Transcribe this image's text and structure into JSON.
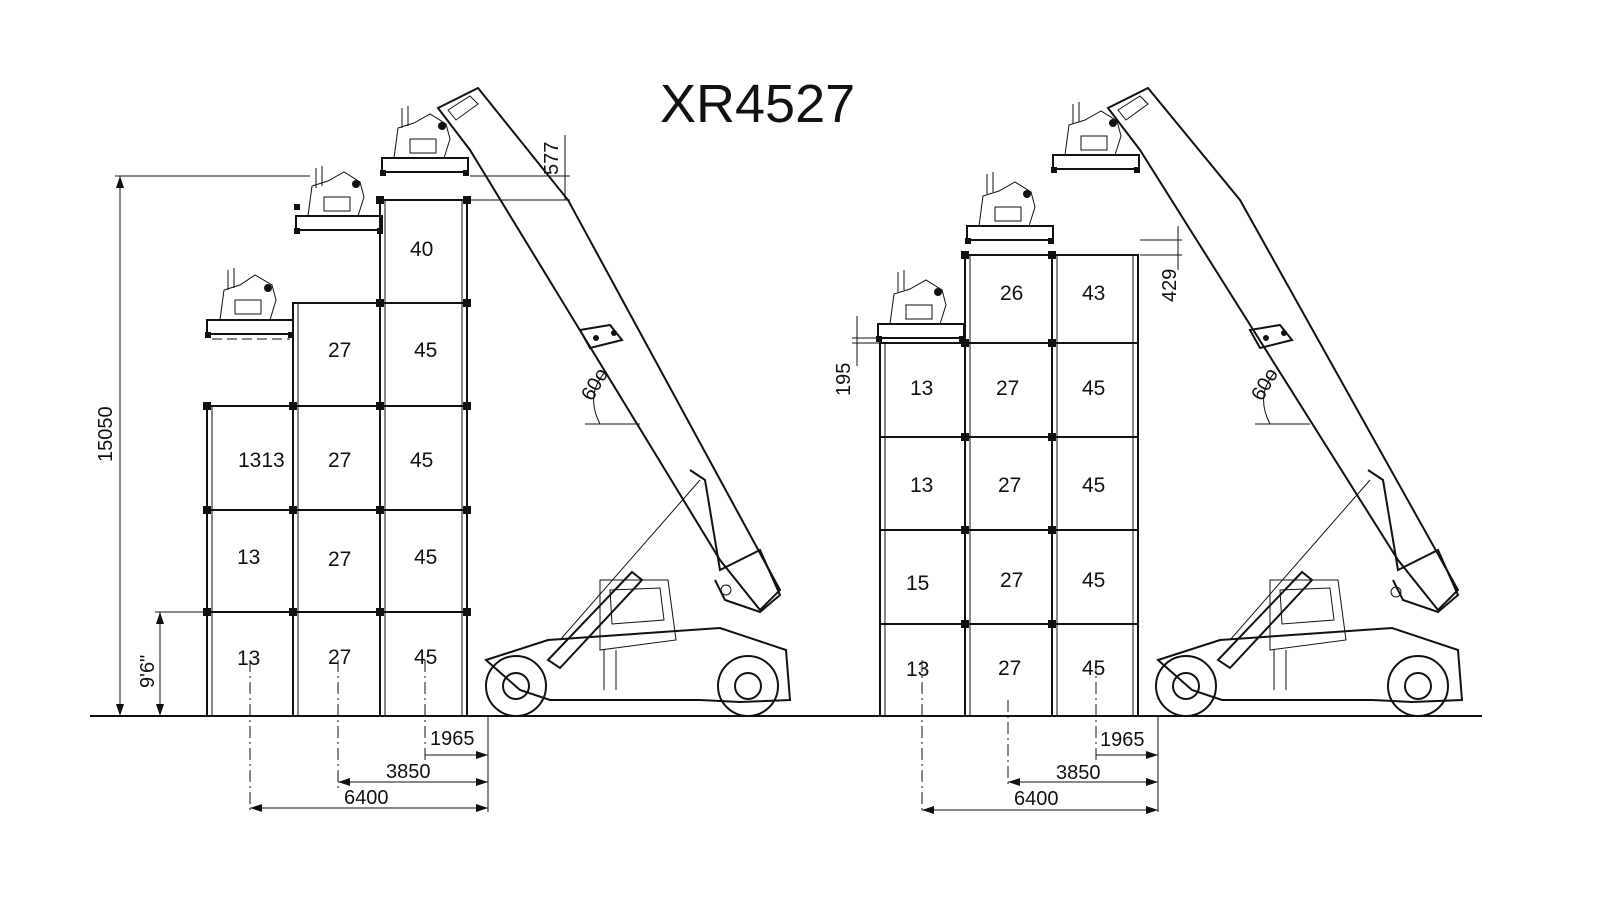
{
  "title": "XR4527",
  "left": {
    "columns": [
      {
        "cells": [
          "13",
          "13",
          "1313"
        ]
      },
      {
        "cells": [
          "27",
          "27",
          "27",
          "27"
        ]
      },
      {
        "cells": [
          "45",
          "45",
          "45",
          "45",
          "40"
        ]
      }
    ],
    "dimensions": {
      "total_height": "15050",
      "container_height": "9'6\"",
      "top_offset": "577",
      "reach_1": "1965",
      "reach_2": "3850",
      "reach_3": "6400",
      "angle": "60o"
    }
  },
  "right": {
    "columns": [
      {
        "cells": [
          "13",
          "15",
          "13",
          "13"
        ]
      },
      {
        "cells": [
          "27",
          "27",
          "27",
          "27",
          "26"
        ]
      },
      {
        "cells": [
          "45",
          "45",
          "45",
          "45",
          "43"
        ]
      }
    ],
    "dimensions": {
      "offset_small": "195",
      "offset_top": "429",
      "reach_1": "1965",
      "reach_2": "3850",
      "reach_3": "6400",
      "angle": "60o"
    }
  },
  "icons": [
    "spreader-icon",
    "reach-stacker-icon",
    "wheel-icon",
    "container-icon"
  ]
}
